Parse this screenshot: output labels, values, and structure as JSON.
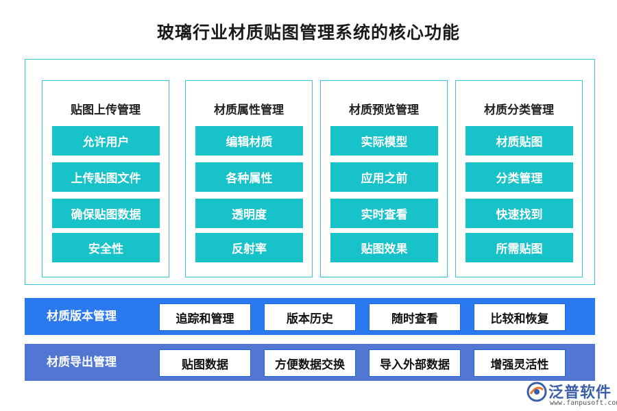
{
  "title": "玻璃行业材质贴图管理系统的核心功能",
  "columns": [
    {
      "title": "贴图上传管理",
      "items": [
        "允许用户",
        "上传贴图文件",
        "确保贴图数据",
        "安全性"
      ]
    },
    {
      "title": "材质属性管理",
      "items": [
        "编辑材质",
        "各种属性",
        "透明度",
        "反射率"
      ]
    },
    {
      "title": "材质预览管理",
      "items": [
        "实际模型",
        "应用之前",
        "实时查看",
        "贴图效果"
      ]
    },
    {
      "title": "材质分类管理",
      "items": [
        "材质贴图",
        "分类管理",
        "快速找到",
        "所需贴图"
      ]
    }
  ],
  "bands": [
    {
      "label": "材质版本管理",
      "items": [
        "追踪和管理",
        "版本历史",
        "随时查看",
        "比较和恢复"
      ]
    },
    {
      "label": "材质导出管理",
      "items": [
        "贴图数据",
        "方便数据交换",
        "导入外部数据",
        "增强灵活性"
      ]
    }
  ],
  "logo": {
    "name": "泛普软件",
    "url": "www.fanpusoft.com"
  },
  "colors": {
    "teal": "#17c2c8",
    "border": "#34c6d8",
    "band_blue": "#2b79ef",
    "band_indigo": "#5277d2"
  }
}
